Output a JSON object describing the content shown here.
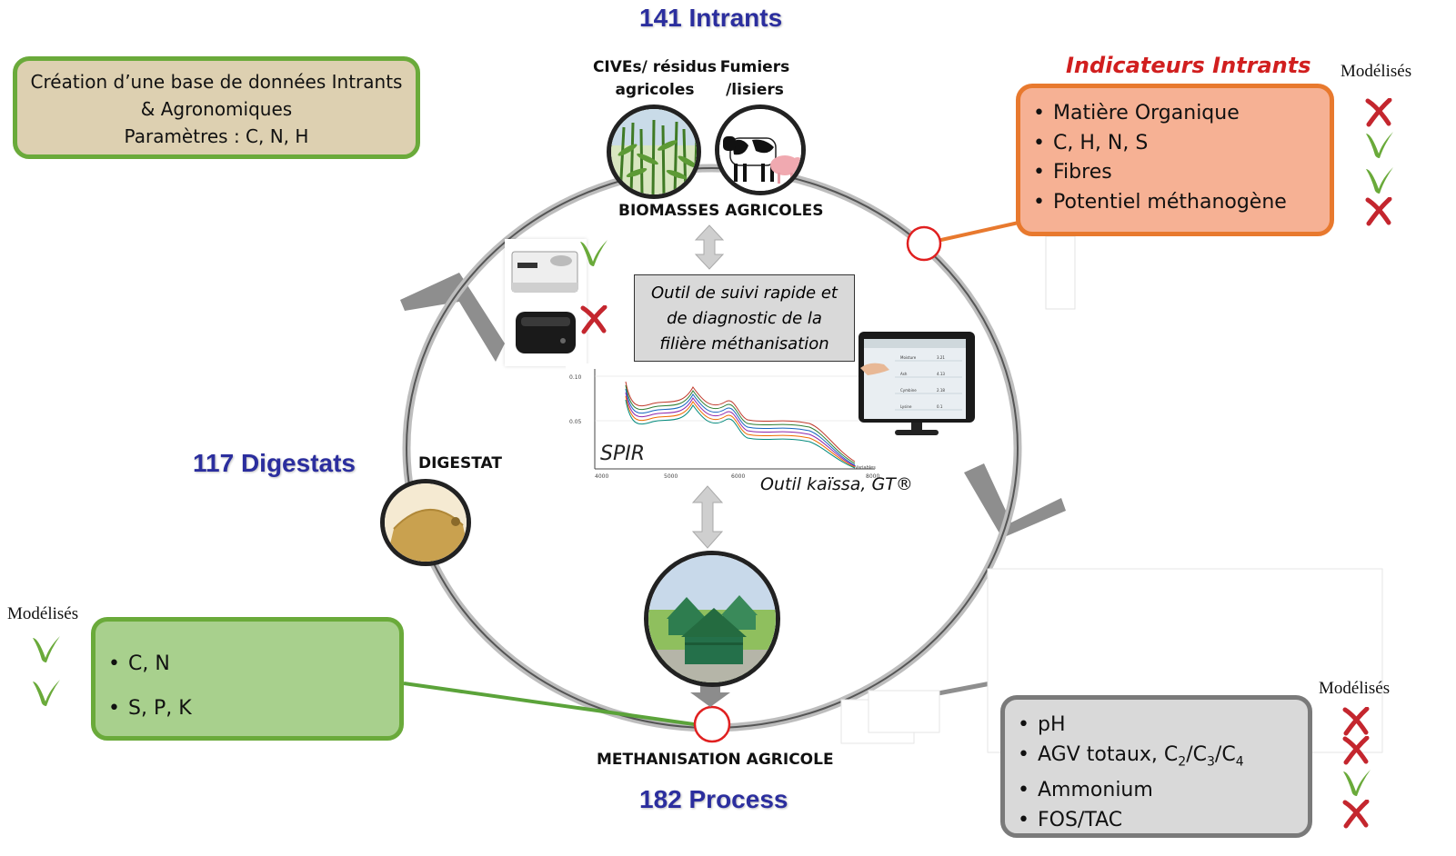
{
  "titles": {
    "intrants": "141 Intrants",
    "digestats": "117 Digestats",
    "process": "182 Process"
  },
  "database_box": {
    "line1": "Création d’une base de données Intrants",
    "line2": "& Agronomiques",
    "line3": "Paramètres : C, N, H"
  },
  "indicators": {
    "title": "Indicateurs Intrants",
    "modelises_label": "Modélisés",
    "items": [
      "Matière Organique",
      "C, H, N, S",
      "Fibres",
      "Potentiel méthanogène"
    ],
    "marks": [
      "cross",
      "check",
      "check",
      "cross"
    ]
  },
  "digestat_box": {
    "modelises_label": "Modélisés",
    "items": [
      "C, N",
      "S, P, K"
    ],
    "marks": [
      "check",
      "check"
    ]
  },
  "process_box": {
    "modelises_label": "Modélisés",
    "items": [
      "pH",
      "AGV totaux, C",
      "Ammonium",
      "FOS/TAC"
    ],
    "agv_sub": [
      "2",
      "3",
      "4"
    ],
    "agv_sep": "/",
    "marks": [
      "cross",
      "cross",
      "check",
      "cross"
    ]
  },
  "biomass": {
    "civ_label_1": "CIVEs/ résidus",
    "civ_label_2": "agricoles",
    "fumier_label_1": "Fumiers",
    "fumier_label_2": "/lisiers",
    "section_label": "BIOMASSES AGRICOLES"
  },
  "center_box": {
    "line1": "Outil de suivi rapide et",
    "line2": "de diagnostic de la",
    "line3": "filière méthanisation"
  },
  "spectrum": {
    "label": "SPIR",
    "tool_caption": "Outil kaïssa, GT®",
    "y_ticks": [
      "0.10",
      "0.05"
    ],
    "x_ticks": [
      "4000",
      "5000",
      "6000",
      "8000"
    ],
    "x_title": "Variables"
  },
  "tablet_rows": [
    [
      "Moisture",
      "3.21"
    ],
    [
      "Ash",
      "4.13"
    ],
    [
      "Cymbine",
      "2.18"
    ],
    [
      "Lysine",
      "0.1"
    ]
  ],
  "digestat_label": "DIGESTAT",
  "process_label": "METHANISATION AGRICOLE",
  "colors": {
    "title_blue": "#2b2e9e",
    "indicator_red": "#d11f1f",
    "orange_border": "#e8792e",
    "orange_fill": "#f6b194",
    "green_border": "#6aaa3a",
    "green_fill": "#a8d08d",
    "tan_fill": "#ddd0b1",
    "grey_border": "#7a7a7a",
    "grey_fill": "#d9d9d9",
    "check_green": "#6aaa3a",
    "cross_red": "#c4262e"
  }
}
